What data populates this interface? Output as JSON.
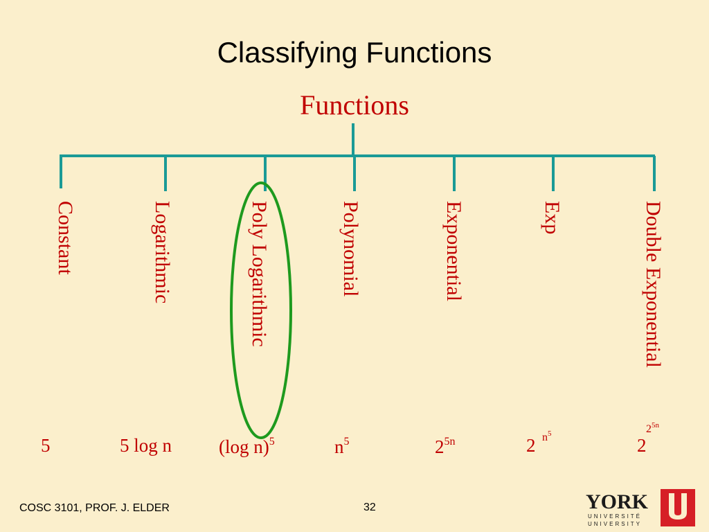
{
  "slide": {
    "title": "Classifying Functions",
    "page_number": "32",
    "footer": "COSC 3101, PROF. J. ELDER"
  },
  "tree": {
    "root": "Functions",
    "categories": [
      {
        "label": "Constant",
        "example": {
          "base": "5",
          "sup": ""
        }
      },
      {
        "label": "Logarithmic",
        "example": {
          "base": "5 log n",
          "sup": ""
        }
      },
      {
        "label": "Poly Logarithmic",
        "example": {
          "base": "(log n)",
          "sup": "5"
        },
        "highlighted": true
      },
      {
        "label": "Polynomial",
        "example": {
          "base": "n",
          "sup": "5"
        }
      },
      {
        "label": "Exponential",
        "example": {
          "base": "2",
          "sup": "5n"
        }
      },
      {
        "label": "Exp",
        "example": {
          "base": "2",
          "sup_parts": {
            "base": "n",
            "sup": "5"
          }
        }
      },
      {
        "label": "Double Exponential",
        "example": {
          "base": "2",
          "sup_parts": {
            "base": "2",
            "sup": "5n"
          }
        }
      }
    ]
  },
  "logo": {
    "word": "YORK",
    "line1": "UNIVERSITÉ",
    "line2": "UNIVERSITY"
  },
  "colors": {
    "background": "#fbefcc",
    "tree_lines": "#1a9a96",
    "label_text": "#c00000",
    "highlight_ellipse": "#1e9a1e",
    "logo_red": "#d61f26"
  }
}
